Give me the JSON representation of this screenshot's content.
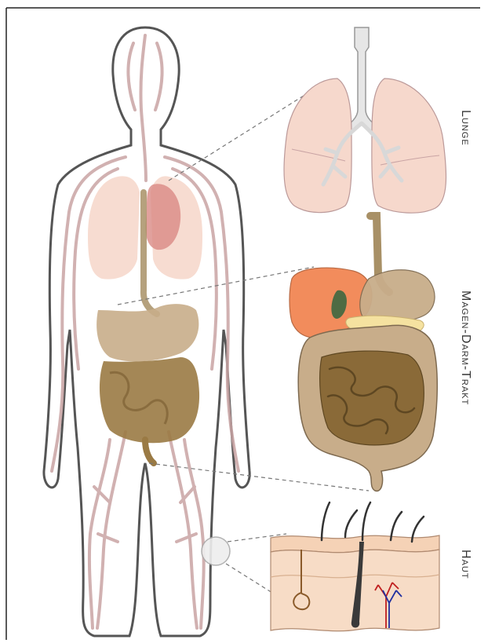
{
  "labels": {
    "lung": "Lunge",
    "gi_tract": "Magen-Darm-Trakt",
    "skin": "Haut"
  },
  "colors": {
    "body_outline": "#555555",
    "vessels": "#c9a4a4",
    "lung_fill": "#f6d8cc",
    "heart_fill": "#d98a84",
    "stomach_fill": "#c8ad8a",
    "intestine_fill": "#9a7a44",
    "liver_fill": "#f28c5c",
    "gallbladder_fill": "#4f6b43",
    "pancreas_fill": "#f5e2a0",
    "skin_fill": "#f5d2b6",
    "dashed_line": "#777777"
  }
}
